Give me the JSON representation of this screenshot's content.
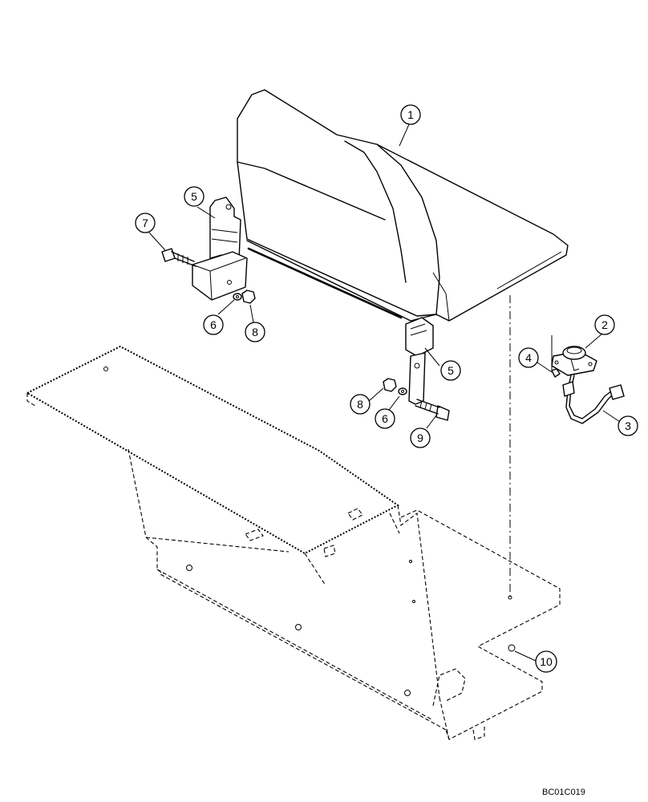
{
  "callouts": [
    {
      "id": "c1",
      "label": "1"
    },
    {
      "id": "c2",
      "label": "2"
    },
    {
      "id": "c3",
      "label": "3"
    },
    {
      "id": "c4",
      "label": "4"
    },
    {
      "id": "c5a",
      "label": "5"
    },
    {
      "id": "c5b",
      "label": "5"
    },
    {
      "id": "c6a",
      "label": "6"
    },
    {
      "id": "c6b",
      "label": "6"
    },
    {
      "id": "c7",
      "label": "7"
    },
    {
      "id": "c8a",
      "label": "8"
    },
    {
      "id": "c8b",
      "label": "8"
    },
    {
      "id": "c9",
      "label": "9"
    },
    {
      "id": "c10",
      "label": "10"
    }
  ],
  "drawing_code": "BC01C019"
}
